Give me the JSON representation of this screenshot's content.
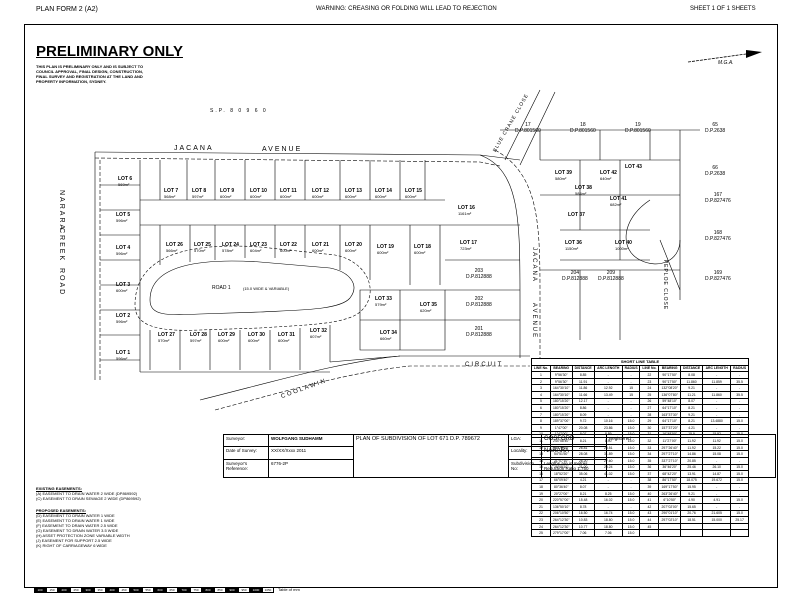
{
  "header": {
    "form": "PLAN FORM 2 (A2)",
    "warning": "WARNING: CREASING OR FOLDING WILL LEAD TO REJECTION",
    "sheet": "SHEET 1 OF 1 SHEETS"
  },
  "banner": {
    "title": "PRELIMINARY ONLY",
    "note": "THIS PLAN IS PRELIMINARY ONLY AND IS SUBJECT TO COUNCIL APPROVAL, FINAL DESIGN, CONSTRUCTION, FINAL SURVEY AND REGISTRATION AT THE LAND AND PROPERTY INFORMATION, SYDNEY."
  },
  "north": {
    "label": "M.G.A."
  },
  "roads": {
    "jacana_top_1": "JACANA",
    "jacana_top_2": "AVENUE",
    "narara_1": "NARARA",
    "narara_2": "CREEK",
    "narara_3": "ROAD",
    "blue_crane": "BLUE CRANE CLOSE",
    "jacana_right_1": "JACANA",
    "jacana_right_2": "AVENUE",
    "koolawin": "COOLAWIN",
    "circuit": "CIRCUIT",
    "peploe": "PEPLOE CLOSE",
    "road1": "ROAD 1",
    "road1_width": "(15.0 WIDE & VARIABLE)",
    "sp": "S.P. 8 0 9 6 0"
  },
  "lots": [
    {
      "n": "LOT 6",
      "a": "569m²"
    },
    {
      "n": "LOT 7",
      "a": "568m²"
    },
    {
      "n": "LOT 8",
      "a": "597m²"
    },
    {
      "n": "LOT 9",
      "a": "600m²"
    },
    {
      "n": "LOT 10",
      "a": "600m²"
    },
    {
      "n": "LOT 11",
      "a": "600m²"
    },
    {
      "n": "LOT 12",
      "a": "600m²"
    },
    {
      "n": "LOT 13",
      "a": "600m²"
    },
    {
      "n": "LOT 14",
      "a": "600m²"
    },
    {
      "n": "LOT 15",
      "a": "600m²"
    },
    {
      "n": "LOT 16",
      "a": "1161m²"
    },
    {
      "n": "LOT 5",
      "a": "596m²"
    },
    {
      "n": "LOT 4",
      "a": "596m²"
    },
    {
      "n": "LOT 3",
      "a": "600m²"
    },
    {
      "n": "LOT 2",
      "a": "596m²"
    },
    {
      "n": "LOT 1",
      "a": "596m²"
    },
    {
      "n": "LOT 26",
      "a": "566m²"
    },
    {
      "n": "LOT 25",
      "a": "570m²"
    },
    {
      "n": "LOT 24",
      "a": "578m²"
    },
    {
      "n": "LOT 23",
      "a": "604m²"
    },
    {
      "n": "LOT 22",
      "a": "600m²"
    },
    {
      "n": "LOT 21",
      "a": "600m²"
    },
    {
      "n": "LOT 20",
      "a": "600m²"
    },
    {
      "n": "LOT 19",
      "a": "600m²"
    },
    {
      "n": "LOT 18",
      "a": "600m²"
    },
    {
      "n": "LOT 17",
      "a": "723m²"
    },
    {
      "n": "LOT 27",
      "a": "570m²"
    },
    {
      "n": "LOT 28",
      "a": "597m²"
    },
    {
      "n": "LOT 29",
      "a": "600m²"
    },
    {
      "n": "LOT 30",
      "a": "600m²"
    },
    {
      "n": "LOT 31",
      "a": "600m²"
    },
    {
      "n": "LOT 32",
      "a": "607m²"
    },
    {
      "n": "LOT 33",
      "a": "579m²"
    },
    {
      "n": "LOT 34",
      "a": "660m²"
    },
    {
      "n": "LOT 35",
      "a": "620m²"
    },
    {
      "n": "LOT 36",
      "a": "1150m²"
    },
    {
      "n": "LOT 37",
      "a": ""
    },
    {
      "n": "LOT 38",
      "a": "584m²"
    },
    {
      "n": "LOT 39",
      "a": "580m²"
    },
    {
      "n": "LOT 40",
      "a": "1000m²"
    },
    {
      "n": "LOT 41",
      "a": "682m²"
    },
    {
      "n": "LOT 42",
      "a": "640m²"
    },
    {
      "n": "LOT 43",
      "a": ""
    }
  ],
  "neighbors": [
    {
      "l": "17",
      "d": "D.P.801560"
    },
    {
      "l": "18",
      "d": "D.P.801560"
    },
    {
      "l": "19",
      "d": "D.P.801560"
    },
    {
      "l": "65",
      "d": "D.P.2638"
    },
    {
      "l": "66",
      "d": "D.P.2638"
    },
    {
      "l": "167",
      "d": "D.P.827476"
    },
    {
      "l": "168",
      "d": "D.P.827476"
    },
    {
      "l": "169",
      "d": "D.P.827476"
    },
    {
      "l": "203",
      "d": "D.P.812888"
    },
    {
      "l": "202",
      "d": "D.P.812888"
    },
    {
      "l": "201",
      "d": "D.P.812888"
    },
    {
      "l": "204",
      "d": "D.P.812888"
    },
    {
      "l": "209",
      "d": "D.P.812888"
    }
  ],
  "table": {
    "title": "SHORT LINE TABLE",
    "headers": [
      "LINE No.",
      "BEARING",
      "DISTANCE",
      "ARC LENGTH",
      "RADIUS",
      "LINE No.",
      "BEARING",
      "DISTANCE",
      "ARC LENGTH",
      "RADIUS"
    ],
    "rows": [
      [
        "1",
        "9°56'30\"",
        "8.85",
        "-",
        "-",
        "22",
        "90°17'50\"",
        "8.08",
        "-",
        "-"
      ],
      [
        "2",
        "9°56'30\"",
        "11.91",
        "-",
        "-",
        "23",
        "90°17'50\"",
        "11.860",
        "11.859",
        "35.5"
      ],
      [
        "3",
        "164°30'10\"",
        "11.86",
        "12.92",
        "15",
        "24",
        "132°08'20\"",
        "9.21",
        "-",
        "-"
      ],
      [
        "4",
        "164°30'10\"",
        "11.66",
        "13.49",
        "15",
        "25",
        "136°07'80\"",
        "11.21",
        "11.860",
        "35.5"
      ],
      [
        "5",
        "180°15'20\"",
        "12.17",
        "-",
        "-",
        "26",
        "59°48'10\"",
        "8.07",
        "-",
        "-"
      ],
      [
        "6",
        "180°15'20\"",
        "8.86",
        "-",
        "-",
        "27",
        "64°17'10\"",
        "8.21",
        "-",
        "-"
      ],
      [
        "7",
        "180°15'20\"",
        "8.09",
        "-",
        "-",
        "28",
        "163°37'30\"",
        "9.21",
        "-",
        "-"
      ],
      [
        "8",
        "189°37'00\"",
        "9.72",
        "10.16",
        "15.0",
        "29",
        "64°17'10\"",
        "8.21",
        "13.4880",
        "15.0"
      ],
      [
        "9",
        "1°47'00\"",
        "20.08",
        "23.86",
        "15.0",
        "30",
        "157°37'20\"",
        "4.21",
        "-",
        "-"
      ],
      [
        "10",
        "1°47'00\"",
        "8.07",
        "8.89",
        "15.0",
        "31",
        "16°48'50\"",
        "15.9",
        "15.92",
        "15.0"
      ],
      [
        "11",
        "244°58'40\"",
        "8.21",
        "8.90",
        "15.0",
        "32",
        "11°27'00\"",
        "11.92",
        "11.92",
        "15.0"
      ],
      [
        "12",
        "25°75'10\"",
        "26.81",
        "28.51",
        "15.0",
        "33",
        "297°26'40\"",
        "11.92",
        "15.22",
        "15.0"
      ],
      [
        "13",
        "54°51'50\"",
        "28.08",
        "31.89",
        "15.0",
        "34",
        "297°27'10\"",
        "14.86",
        "15.08",
        "15.0"
      ],
      [
        "14",
        "21°07'10\"",
        "26.20",
        "27.60",
        "15.0",
        "35",
        "337°27'10\"",
        "20.85",
        "-",
        "-"
      ],
      [
        "15",
        "25°08'10\"",
        "21.00",
        "23.24",
        "15.0",
        "36",
        "36°46'20\"",
        "25.46",
        "26.10",
        "15.0"
      ],
      [
        "16",
        "18°52'20\"",
        "35.06",
        "41.02",
        "15.0",
        "37",
        "68°42'20\"",
        "13.91",
        "14.87",
        "15.0"
      ],
      [
        "17",
        "66°09'40\"",
        "4.21",
        "-",
        "-",
        "38",
        "86°17'50\"",
        "18.075",
        "19.672",
        "15.0"
      ],
      [
        "18",
        "80°36'40\"",
        "8.07",
        "-",
        "-",
        "39",
        "169°17'50\"",
        "15.95",
        "-",
        "-"
      ],
      [
        "19",
        "20°27'00\"",
        "8.21",
        "8.25",
        "15.0",
        "40",
        "263°26'40\"",
        "9.21",
        "-",
        "-"
      ],
      [
        "20",
        "220°57'00\"",
        "15.48",
        "16.02",
        "15.0",
        "41",
        "6°10'50\"",
        "4.90",
        "4.91",
        "15.0"
      ],
      [
        "21",
        "136°50'10\"",
        "8.78",
        "-",
        "-",
        "42",
        "207°02'00\"",
        "15.65",
        "-",
        "-"
      ],
      [
        "22",
        "206°10'50\"",
        "16.50",
        "16.74",
        "15.0",
        "43",
        "290°01'10\"",
        "20.76",
        "21.605",
        "15.0"
      ],
      [
        "23",
        "264°12'30\"",
        "10.83",
        "18.80",
        "15.0",
        "44",
        "297°02'10\"",
        "18.51",
        "15.000",
        "25.17"
      ],
      [
        "24",
        "264°12'30\"",
        "10.77",
        "18.80",
        "15.0",
        "45",
        "",
        "",
        "",
        ""
      ],
      [
        "25",
        "279°17'00\"",
        "7.06",
        "7.06",
        "15.0",
        "",
        "",
        "",
        "",
        ""
      ]
    ]
  },
  "easements": {
    "existing_title": "EXISTING EASEMENTS:",
    "existing": [
      "(A) EASEMENT TO DRAIN WATER 2 WIDE (DP869592)",
      "(C) EASEMENT TO DRAIN SEWAGE 2 WIDE (DP869592)"
    ],
    "proposed_title": "PROPOSED EASEMENTS:",
    "proposed": [
      "(D) EASEMENT TO DRAIN WATER 1 WIDE",
      "(E) EASEMENT TO DRAIN WATER 1 WIDE",
      "(F) EASEMENT TO DRAIN WATER 2.5 WIDE",
      "(G) EASEMENT TO DRAIN WATER 3.5 WIDE",
      "(H) ASSET PROTECTION ZONE VARIABLE WIDTH",
      "(J) EASEMENT FOR SUPPORT 2.5 WIDE",
      "(K) RIGHT OF CARRIAGEWAY 6 WIDE"
    ]
  },
  "titleblock": {
    "surveyor_l": "Surveyor:",
    "surveyor_v": "WOLFGANG SUDHAMM",
    "date_l": "Date of Survey:",
    "date_v": "XX/XX/Xxxx 2011",
    "ref_l": "Surveyor's Reference:",
    "ref_v": "6776-2P",
    "plan_title": "PLAN OF SUBDIVISION OF LOT 671 D.P. 789672",
    "lga_l": "LGA:",
    "lga_v": "GOSFORD",
    "locality_l": "Locality:",
    "locality_v": "NARARA",
    "subdiv_l": "Subdivision No:",
    "lengths": "Lengths are in metres.  Reduction Ratio 1:750",
    "registered": "Registered"
  },
  "scalebar": {
    "ticks": [
      "100",
      "150",
      "200",
      "250",
      "300",
      "350",
      "400",
      "450",
      "500",
      "550",
      "600",
      "650",
      "700",
      "750",
      "800",
      "850",
      "900",
      "950",
      "1000",
      "1050"
    ],
    "label": "Table of mm"
  }
}
